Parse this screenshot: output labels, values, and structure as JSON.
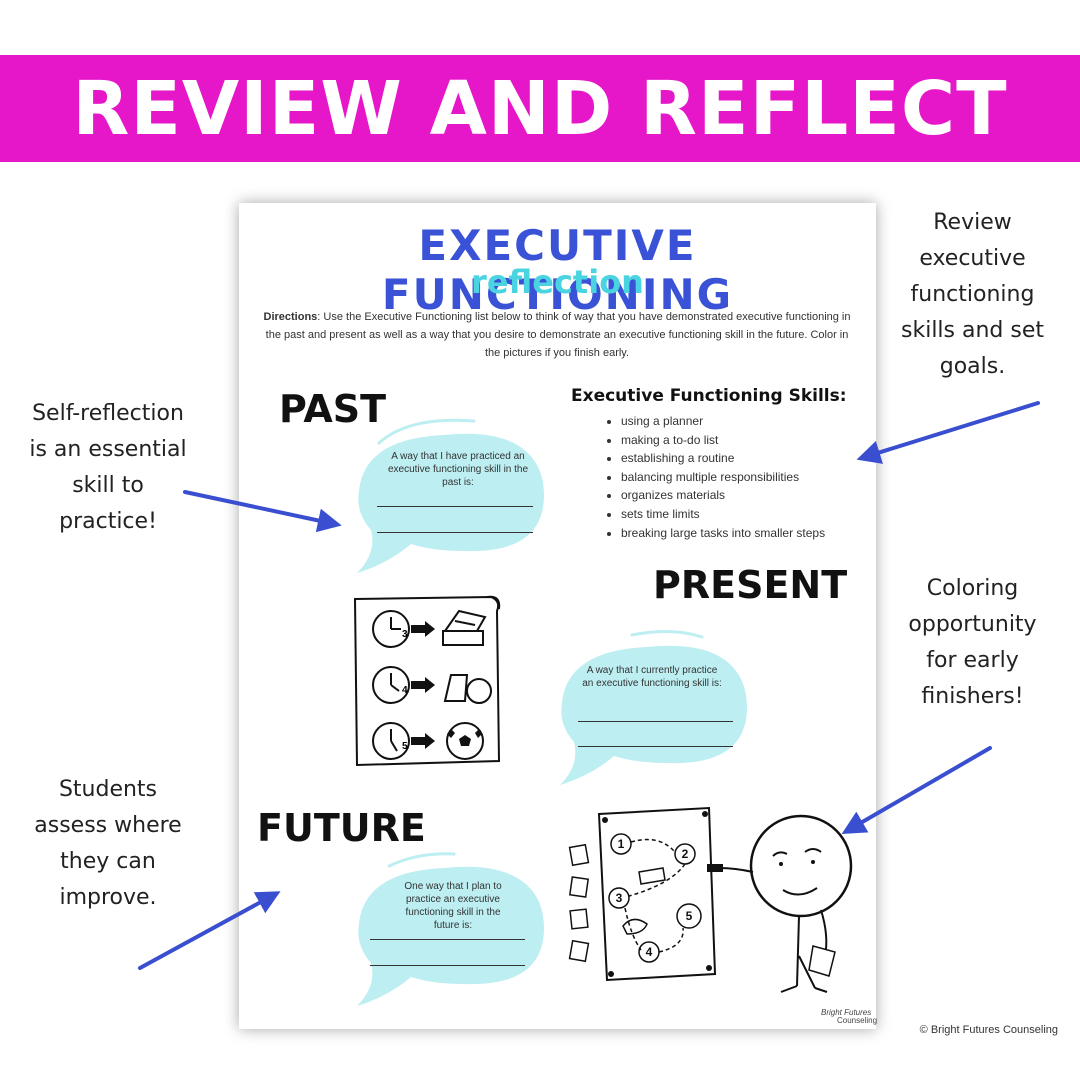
{
  "banner": {
    "title": "REVIEW AND REFLECT"
  },
  "callouts": {
    "top_right": [
      "Review",
      "executive",
      "functioning",
      "skills and set",
      "goals."
    ],
    "left_top": [
      "Self-reflection",
      "is an essential",
      "skill to",
      "practice!"
    ],
    "right_mid": [
      "Coloring",
      "opportunity",
      "for early",
      "finishers!"
    ],
    "left_bottom": [
      "Students",
      "assess where",
      "they can",
      "improve."
    ]
  },
  "worksheet": {
    "title": "EXECUTIVE FUNCTIONING",
    "subtitle": "reflection",
    "directions_label": "Directions",
    "directions_text": ": Use the Executive Functioning list below to think of way that you have demonstrated executive functioning in the past and present as well as a way that you desire to demonstrate an executive functioning skill in the future. Color in the pictures if you finish early.",
    "past": {
      "heading": "PAST",
      "prompt": "A way that I have practiced an executive functioning skill in the past is:"
    },
    "present": {
      "heading": "PRESENT",
      "prompt": "A way that I currently practice an executive functioning skill is:"
    },
    "future": {
      "heading": "FUTURE",
      "prompt": "One way that I plan to practice an executive functioning skill in the future is:"
    },
    "skills": {
      "title": "Executive Functioning Skills:",
      "items": [
        "using a planner",
        "making a to-do list",
        "establishing a routine",
        "balancing multiple responsibilities",
        "organizes materials",
        "sets time limits",
        "breaking large tasks into smaller steps"
      ]
    },
    "brand": [
      "Bright Futures",
      "Counseling"
    ],
    "clock_numbers": [
      "3",
      "4",
      "5"
    ],
    "board_numbers": [
      "1",
      "2",
      "3",
      "4",
      "5"
    ]
  },
  "copyright": "© Bright Futures Counseling",
  "colors": {
    "banner": "#e616c9",
    "title_blue": "#3a52d6",
    "subtitle_teal": "#4ad3e0",
    "bubble_fill": "#bdeef2",
    "arrow_blue": "#3a4fcf"
  }
}
